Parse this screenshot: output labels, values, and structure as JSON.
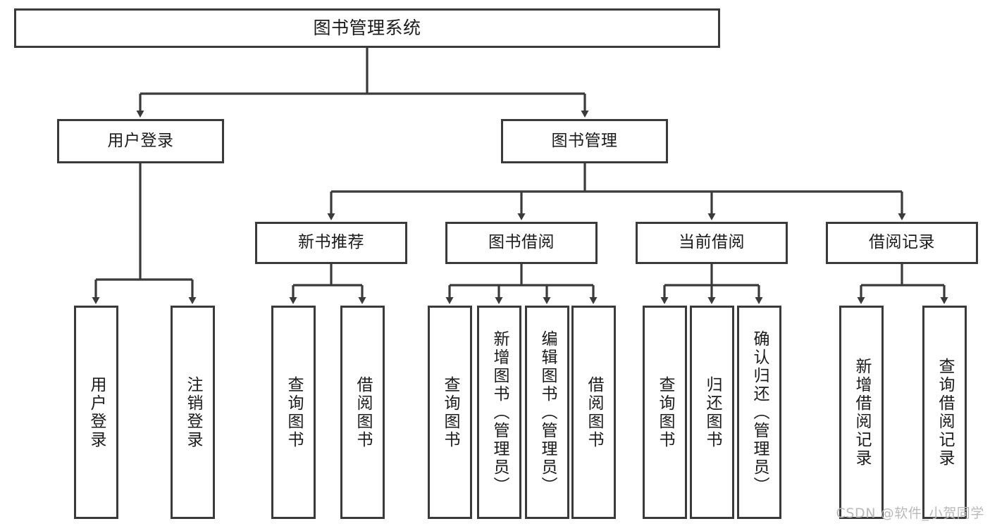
{
  "diagram": {
    "title": "图书管理系统",
    "type": "hierarchy-tree",
    "line_color": "#3a3a3a",
    "background_color": "#ffffff",
    "text_color": "#1b1b1b",
    "watermark": "CSDN @软件_小贺同学",
    "watermark_color": "#b9b9b9",
    "nodes": {
      "root": {
        "label": "图书管理系统"
      },
      "level2": [
        {
          "label": "用户登录"
        },
        {
          "label": "图书管理"
        }
      ],
      "level3": [
        {
          "label": "新书推荐"
        },
        {
          "label": "图书借阅"
        },
        {
          "label": "当前借阅"
        },
        {
          "label": "借阅记录"
        }
      ],
      "leaves": {
        "user_login": [
          {
            "label": "用户登录"
          },
          {
            "label": "注销登录"
          }
        ],
        "new_book_recommend": [
          {
            "label": "查询图书"
          },
          {
            "label": "借阅图书"
          }
        ],
        "book_borrow": [
          {
            "label": "查询图书"
          },
          {
            "label": "新增图书（管理员）"
          },
          {
            "label": "编辑图书（管理员）"
          },
          {
            "label": "借阅图书"
          }
        ],
        "current_borrow": [
          {
            "label": "查询图书"
          },
          {
            "label": "归还图书"
          },
          {
            "label": "确认归还（管理员）"
          }
        ],
        "borrow_record": [
          {
            "label": "新增借阅记录"
          },
          {
            "label": "查询借阅记录"
          }
        ]
      }
    }
  }
}
